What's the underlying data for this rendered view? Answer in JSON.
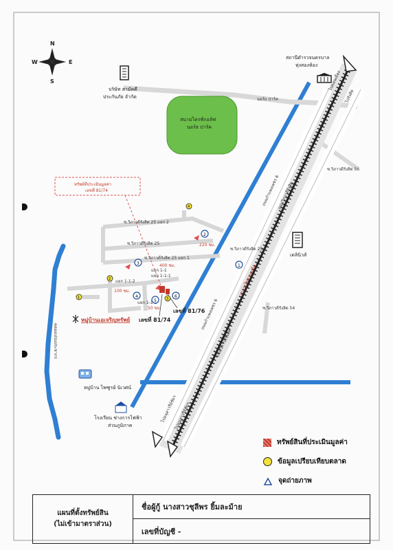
{
  "compass": {
    "n": "N",
    "s": "S",
    "e": "E",
    "w": "W"
  },
  "places": {
    "police": [
      "สถานีตำรวจนครบาล",
      "ทุ่งสองห้อง"
    ],
    "company": [
      "บริษัท สามัคคี",
      "ประกันภัย จำกัด"
    ],
    "golf": [
      "สนามไดรฟ์กอล์ฟ",
      "นอร์ธ ปาร์ค"
    ],
    "northpark_road": "นอร์ธ ปาร์ค",
    "red_box": [
      "ทรัพย์ที่ประเมินมูลค่า",
      "เลขที่ 81/74"
    ],
    "soi25_2": "ซ.วิภาวดีรังสิต 25 แยก 2",
    "soi25": "ซ.วิภาวดีรังสิต 25",
    "soi25_1": "ซ.วิภาวดีรังสิต 25 แยก 1",
    "soi25_right": "ซ.วิภาวดีรังสิต 25",
    "soi56": "ซ.วิภาวดีรังสิต 56",
    "soi54": "ซ.วิภาวดีรังสิต 54",
    "dist_220": "220 ชม.",
    "dist_400": "400 ชม.",
    "dist_100": "100 ชม.",
    "dist_50": "50 ชม.",
    "sub1": "แยก 1-1",
    "sub11": "แยก 1-1-1",
    "sub12": "แยก 1-1-2",
    "sub13": "แยก 1-1-3",
    "plot_a": "เลขที่ 81/74",
    "plot_b": "เลขที่ 81/76",
    "village_arj": "หมู่บ้านเอเจริญทรัพย์",
    "village_pp": "หมู่บ้าน ไพฑูรย์ นิเวศน์",
    "school": [
      "โรงเรียน ช่างการไฟฟ้า",
      "ส่วนภูมิภาค"
    ],
    "nouvelle": "เดลินิวส์",
    "canal": "คลองเปรมประชากร",
    "hw_top1": "ไปดอนเมือง",
    "hw_top2": "ไปรังสิต",
    "hw_bot1": "ไปอนุสาวรีย์ชัยฯ",
    "hw_bot2": "ไปอนุสาวรีย์ชัยฯ",
    "road_kamphaeng1": "ถนนกำแพงเพชร 6",
    "road_kamphaeng2": "ถนนกำแพงเพชร 6",
    "road_vipha1": "ถนนวิภาวดีรังสิต",
    "road_vipha2": "ถนนวิภาวดีรังสิต",
    "rail": "ทางรถไฟสายเหนือ"
  },
  "markers": {
    "m1": "1",
    "m2": "2",
    "m3": "3",
    "m4": "4"
  },
  "photo_points": {
    "p1": "1",
    "p2": "2",
    "p3": "3",
    "p4": "4",
    "p5": "5",
    "p6": "6"
  },
  "legend": {
    "property": "ทรัพย์สินที่ประเมินมูลค่า",
    "market": "ข้อมูลเปรียบเทียบตลาด",
    "photo": "จุดถ่ายภาพ"
  },
  "title_block": {
    "left_line1": "แผนที่ตั้งทรัพย์สิน",
    "left_line2": "(ไม่เข้ามาตราส่วน)",
    "borrower": "ชื่อผู้กู้  นางสาวชุลีพร   ยิ้มละม้าย",
    "account": "เลขที่บัญชี   -"
  },
  "colors": {
    "water": "#2f7fd3",
    "golf": "#6cbf4a",
    "property": "#c0392b",
    "market": "#f4e13b",
    "rail": "#222222"
  }
}
